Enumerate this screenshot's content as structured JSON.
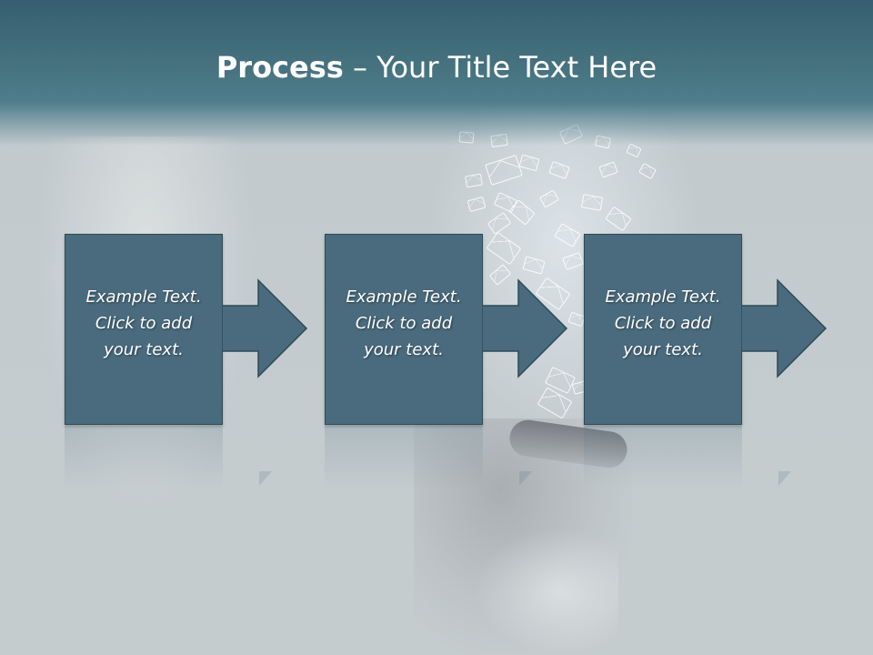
{
  "title": {
    "bold": "Process",
    "rest": " – Your Title Text Here"
  },
  "steps": [
    {
      "text": "Example Text.\nClick  to add\nyour text."
    },
    {
      "text": "Example Text.\nClick  to add\nyour text."
    },
    {
      "text": "Example Text.\nClick  to add\nyour text."
    }
  ],
  "colors": {
    "box_fill": "#4a6b7d",
    "box_border": "#2d4a58",
    "header": "#46727f",
    "text": "#ffffff"
  },
  "icons": {
    "arrow": "right-arrow-icon",
    "envelope": "envelope-icon"
  }
}
